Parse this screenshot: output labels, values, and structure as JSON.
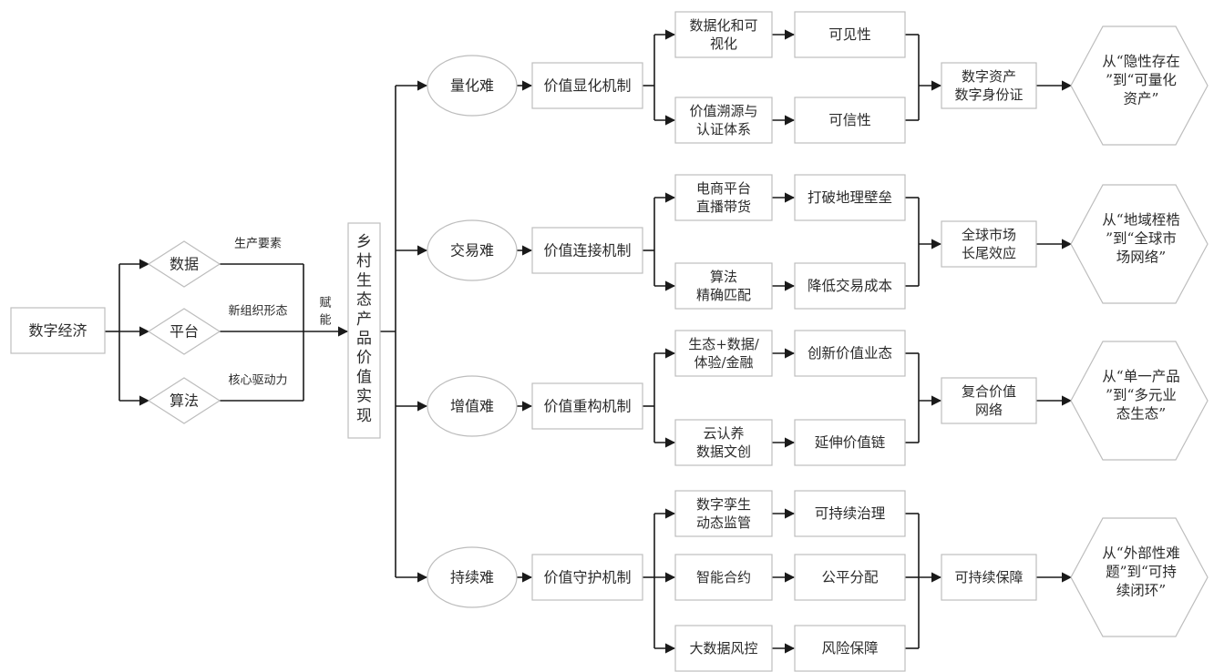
{
  "source": {
    "label": "数字经济"
  },
  "drivers": [
    {
      "label": "数据",
      "edge_label": "生产要素"
    },
    {
      "label": "平台",
      "edge_label": "新组织形态"
    },
    {
      "label": "算法",
      "edge_label": "核心驱动力"
    }
  ],
  "enable_label": "赋能",
  "core": {
    "label": "乡村生态产品价值实现"
  },
  "branches": [
    {
      "difficulty": "量化难",
      "mechanism": "价值显化机制",
      "paths": [
        {
          "means": [
            "数据化和可",
            "视化"
          ],
          "effect": "可见性"
        },
        {
          "means": [
            "价值溯源与",
            "认证体系"
          ],
          "effect": "可信性"
        }
      ],
      "result": [
        "数字资产",
        "数字身份证"
      ],
      "outcome": [
        "从“隐性存在",
        "”到“可量化",
        "资产”"
      ]
    },
    {
      "difficulty": "交易难",
      "mechanism": "价值连接机制",
      "paths": [
        {
          "means": [
            "电商平台",
            "直播带货"
          ],
          "effect": "打破地理壁垒"
        },
        {
          "means": [
            "算法",
            "精确匹配"
          ],
          "effect": "降低交易成本"
        }
      ],
      "result": [
        "全球市场",
        "长尾效应"
      ],
      "outcome": [
        "从“地域桎梏",
        "”到“全球市",
        "场网络”"
      ]
    },
    {
      "difficulty": "增值难",
      "mechanism": "价值重构机制",
      "paths": [
        {
          "means": [
            "生态+数据/",
            "体验/金融"
          ],
          "effect": "创新价值业态"
        },
        {
          "means": [
            "云认养",
            "数据文创"
          ],
          "effect": "延伸价值链"
        }
      ],
      "result": [
        "复合价值",
        "网络"
      ],
      "outcome": [
        "从“单一产品",
        "”到“多元业",
        "态生态”"
      ]
    },
    {
      "difficulty": "持续难",
      "mechanism": "价值守护机制",
      "paths": [
        {
          "means": [
            "数字孪生",
            "动态监管"
          ],
          "effect": "可持续治理"
        },
        {
          "means": [
            "智能合约"
          ],
          "effect": "公平分配"
        },
        {
          "means": [
            "大数据风控"
          ],
          "effect": "风险保障"
        }
      ],
      "result": [
        "可持续保障"
      ],
      "outcome": [
        "从“外部性难",
        "题”到“可持",
        "续闭环”"
      ]
    }
  ],
  "colors": {
    "line": "#1a1a1a",
    "box_border": "#bdbdbd",
    "text": "#2b2b2b",
    "background": "#ffffff"
  }
}
